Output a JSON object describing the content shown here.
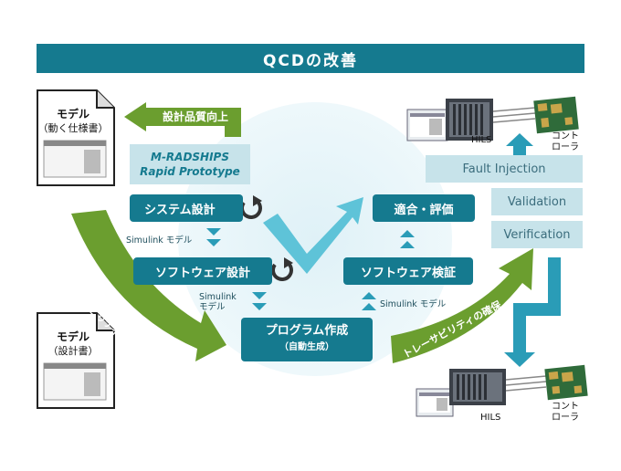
{
  "banner": {
    "title": "QCDの改善"
  },
  "documents": {
    "top": {
      "title": "モデル",
      "subtitle": "（動く仕様書）"
    },
    "bottom": {
      "title": "モデル",
      "subtitle": "（設計書）"
    }
  },
  "green_arrows": {
    "quality": "設計品質向上",
    "trace_left": "トレーサビリティの確保",
    "trace_right": "トレーサビリティの確保"
  },
  "prototype": {
    "line1": "M-RADSHIPS",
    "line2": "Rapid Prototype"
  },
  "steps": {
    "system_design": "システム設計",
    "software_design": "ソフトウェア設計",
    "program_line1": "プログラム作成",
    "program_line2": "（自動生成）",
    "software_verify": "ソフトウェア検証",
    "conformity": "適合・評価"
  },
  "transitions": {
    "sim1": "Simulink モデル",
    "sim2_line1": "Simulink",
    "sim2_line2": "モデル",
    "sim3": "Simulink モデル"
  },
  "validation_stack": {
    "fault_injection": "Fault Injection",
    "validation": "Validation",
    "verification": "Verification"
  },
  "hardware": {
    "top": {
      "hils": "HILS",
      "controller_line1": "コント",
      "controller_line2": "ローラ"
    },
    "bottom": {
      "hils": "HILS",
      "controller_line1": "コント",
      "controller_line2": "ローラ"
    }
  }
}
